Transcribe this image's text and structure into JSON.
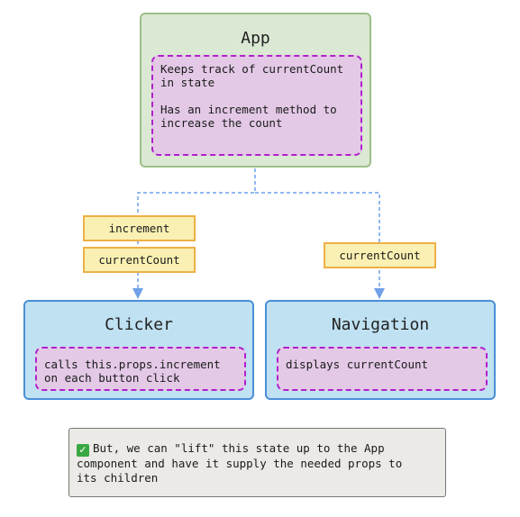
{
  "app": {
    "title": "App",
    "note": "Keeps track of currentCount\nin state\n\nHas an increment method to\nincrease the count"
  },
  "clicker": {
    "title": "Clicker",
    "note": "calls this.props.increment\non each button click"
  },
  "navigation": {
    "title": "Navigation",
    "note": "displays currentCount"
  },
  "props": {
    "clicker": [
      "increment",
      "currentCount"
    ],
    "navigation": [
      "currentCount"
    ]
  },
  "callout": {
    "icon": "check-mark-icon",
    "text": "But, we can \"lift\" this state up to the App\ncomponent and have it supply the needed props to\nits children"
  },
  "colors": {
    "app_fill": "#dbe8d3",
    "component_fill": "#bfe1f2",
    "note_fill": "#e3c9e6",
    "prop_fill": "#faf0b3",
    "edge": "#6fa0e8",
    "check": "#3aa843"
  }
}
